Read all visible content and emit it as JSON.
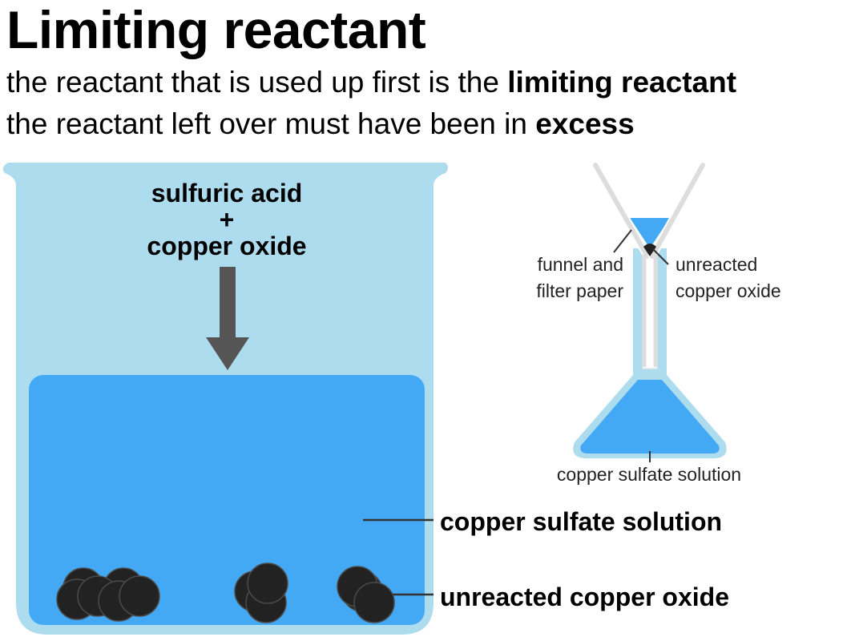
{
  "heading": {
    "title": "Limiting reactant",
    "line1_prefix": "the reactant that is used up first is the ",
    "line1_bold": "limiting reactant",
    "line2_prefix": "the reactant left over must have been in ",
    "line2_bold": "excess"
  },
  "beaker": {
    "reactant_line1": "sulfuric acid",
    "reactant_plus": "+",
    "reactant_line2": "copper oxide",
    "solution_label": "copper sulfate solution",
    "solid_label": "unreacted copper oxide"
  },
  "filtration": {
    "funnel_label_line1": "funnel and",
    "funnel_label_line2": "filter paper",
    "residue_label_line1": "unreacted",
    "residue_label_line2": "copper oxide",
    "filtrate_label": "copper sulfate solution"
  },
  "colors": {
    "beaker_glass": "#aedcef",
    "solution": "#44a9f4",
    "copper_oxide": "#222222",
    "filter_paper": "#eeeeee",
    "arrow": "#555555"
  }
}
